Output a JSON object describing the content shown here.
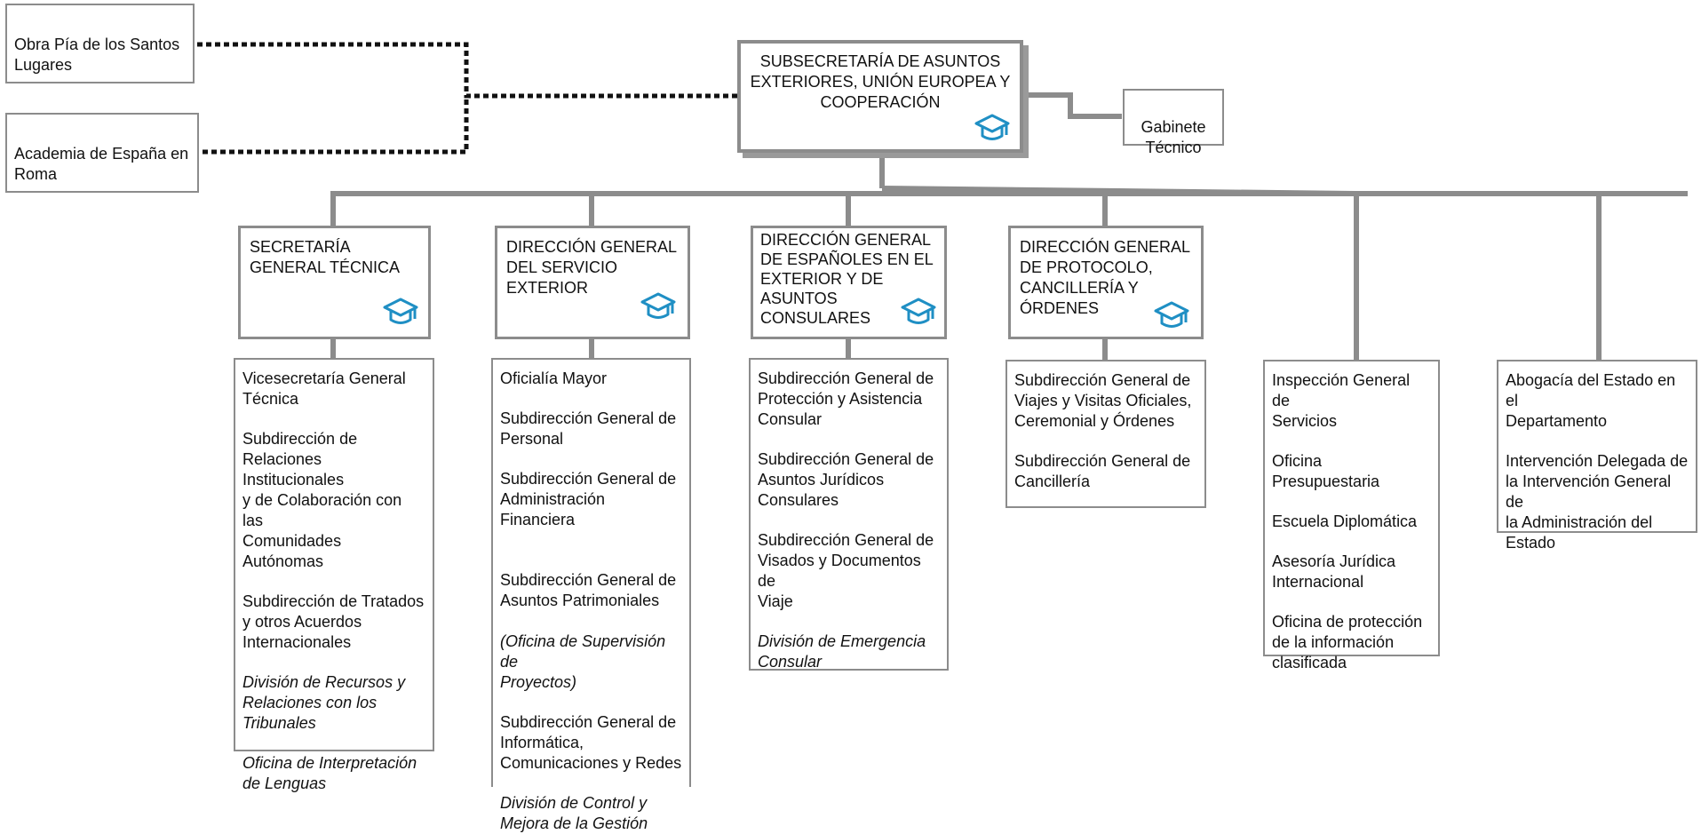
{
  "colors": {
    "line": "#8c8c8c",
    "border": "#8c8c8c",
    "icon": "#1f8fc4",
    "dots": "#111111"
  },
  "top": {
    "title": "SUBSECRETARÍA DE ASUNTOS\nEXTERIORES, UNIÓN EUROPEA Y\nCOOPERACIÓN",
    "icon": "graduation-cap-icon"
  },
  "gabinete": "Gabinete\nTécnico",
  "attached": [
    {
      "label": "Obra Pía de los Santos\nLugares"
    },
    {
      "label": "Academia de España en\nRoma"
    }
  ],
  "directorates": [
    {
      "title": "SECRETARÍA\nGENERAL TÉCNICA",
      "icon": "graduation-cap-icon"
    },
    {
      "title": "DIRECCIÓN GENERAL\nDEL SERVICIO\nEXTERIOR",
      "icon": "graduation-cap-icon"
    },
    {
      "title": "DIRECCIÓN GENERAL\nDE ESPAÑOLES EN EL\nEXTERIOR Y DE\nASUNTOS\nCONSULARES",
      "icon": "graduation-cap-icon"
    },
    {
      "title": "DIRECCIÓN GENERAL\nDE PROTOCOLO,\nCANCILLERÍA Y\nÓRDENES",
      "icon": "graduation-cap-icon"
    }
  ],
  "units": [
    {
      "items": [
        {
          "text": "Vicesecretaría General\nTécnica",
          "italic": false
        },
        {
          "text": "Subdirección de\nRelaciones Institucionales\ny de Colaboración con las\nComunidades Autónomas",
          "italic": false
        },
        {
          "text": "Subdirección de Tratados\ny otros Acuerdos\nInternacionales",
          "italic": false
        },
        {
          "text": "División de Recursos y\nRelaciones con los\nTribunales",
          "italic": true
        },
        {
          "text": "Oficina de Interpretación\nde Lenguas",
          "italic": true
        }
      ]
    },
    {
      "items": [
        {
          "text": "Oficialía Mayor",
          "italic": false
        },
        {
          "text": "Subdirección General de\nPersonal",
          "italic": false
        },
        {
          "text": "Subdirección General  de\nAdministración Financiera",
          "italic": false
        },
        {
          "text": "Subdirección General  de\nAsuntos Patrimoniales",
          "italic": false,
          "extra": "(Oficina de Supervisión de\nProyectos)"
        },
        {
          "text": "Subdirección General de\nInformática,\nComunicaciones y Redes",
          "italic": false
        },
        {
          "text": "División de Control y\nMejora de la Gestión",
          "italic": true
        }
      ]
    },
    {
      "items": [
        {
          "text": "Subdirección General de\nProtección y Asistencia\nConsular",
          "italic": false
        },
        {
          "text": "Subdirección General de\nAsuntos Jurídicos\nConsulares",
          "italic": false
        },
        {
          "text": "Subdirección General de\nVisados y Documentos de\nViaje",
          "italic": false
        },
        {
          "text": "División de Emergencia\nConsular",
          "italic": true
        }
      ]
    },
    {
      "items": [
        {
          "text": "Subdirección General de\nViajes y Visitas Oficiales,\nCeremonial y Órdenes",
          "italic": false
        },
        {
          "text": "Subdirección General de\nCancillería",
          "italic": false
        }
      ]
    },
    {
      "items": [
        {
          "text": "Inspección General de\nServicios",
          "italic": false
        },
        {
          "text": "Oficina Presupuestaria",
          "italic": false
        },
        {
          "text": "Escuela Diplomática",
          "italic": false
        },
        {
          "text": "Asesoría Jurídica\nInternacional",
          "italic": false
        },
        {
          "text": "Oficina de protección\nde la información\nclasificada",
          "italic": false
        }
      ]
    },
    {
      "items": [
        {
          "text": "Abogacía del Estado en el\nDepartamento",
          "italic": false
        },
        {
          "text": "Intervención Delegada de\nla Intervención General de\nla Administración del\nEstado",
          "italic": false
        }
      ]
    }
  ]
}
